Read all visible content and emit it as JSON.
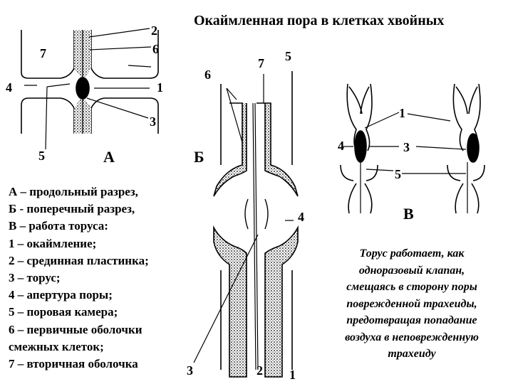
{
  "title": "Окаймленная пора в клетках хвойных",
  "panels": {
    "a": "А",
    "b": "Б",
    "c": "В"
  },
  "numbers": {
    "n1": "1",
    "n2": "2",
    "n3": "3",
    "n4": "4",
    "n5": "5",
    "n6": "6",
    "n7": "7"
  },
  "legend": [
    "А – продольный разрез,",
    "Б - поперечный разрез,",
    "В – работа торуса:",
    "1 – окаймление;",
    "2 – срединная пластинка;",
    "3 – торус;",
    "4 – апертура поры;",
    "5 – поровая камера;",
    "6 – первичные оболочки",
    "смежных клеток;",
    "7 – вторичная оболочка"
  ],
  "note": [
    "Торус работает, как",
    "одноразовый клапан,",
    "смещаясь в сторону поры",
    "поврежденной трахеиды,",
    "предотвращая попадание",
    "воздуха в неповрежденную",
    "трахеиду"
  ]
}
